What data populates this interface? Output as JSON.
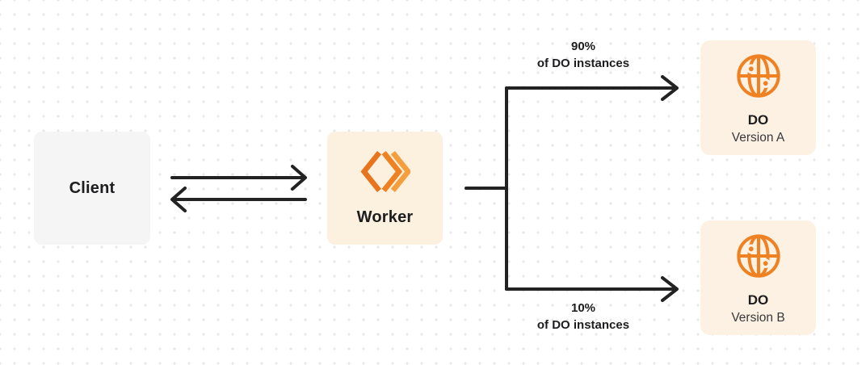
{
  "diagram": {
    "nodes": {
      "client": {
        "label": "Client"
      },
      "worker": {
        "label": "Worker"
      },
      "do_a": {
        "title": "DO",
        "subtitle": "Version A"
      },
      "do_b": {
        "title": "DO",
        "subtitle": "Version B"
      }
    },
    "edges": {
      "top_branch": {
        "label_line1": "90%",
        "label_line2": "of DO instances"
      },
      "bottom_branch": {
        "label_line1": "10%",
        "label_line2": "of DO instances"
      }
    },
    "icons": {
      "worker": "cloudflare-workers-logo-icon",
      "durable_object": "globe-icon"
    },
    "colors": {
      "accent_orange": "#EF8122",
      "accent_orange_dark": "#E8751E",
      "accent_orange_light": "#F49E3D",
      "worker_box_bg": "#FCF0DF",
      "do_box_bg": "#FCF1E2",
      "client_box_bg": "#F5F5F6",
      "connector_line": "#222222",
      "text": "#1D1D1F"
    }
  }
}
